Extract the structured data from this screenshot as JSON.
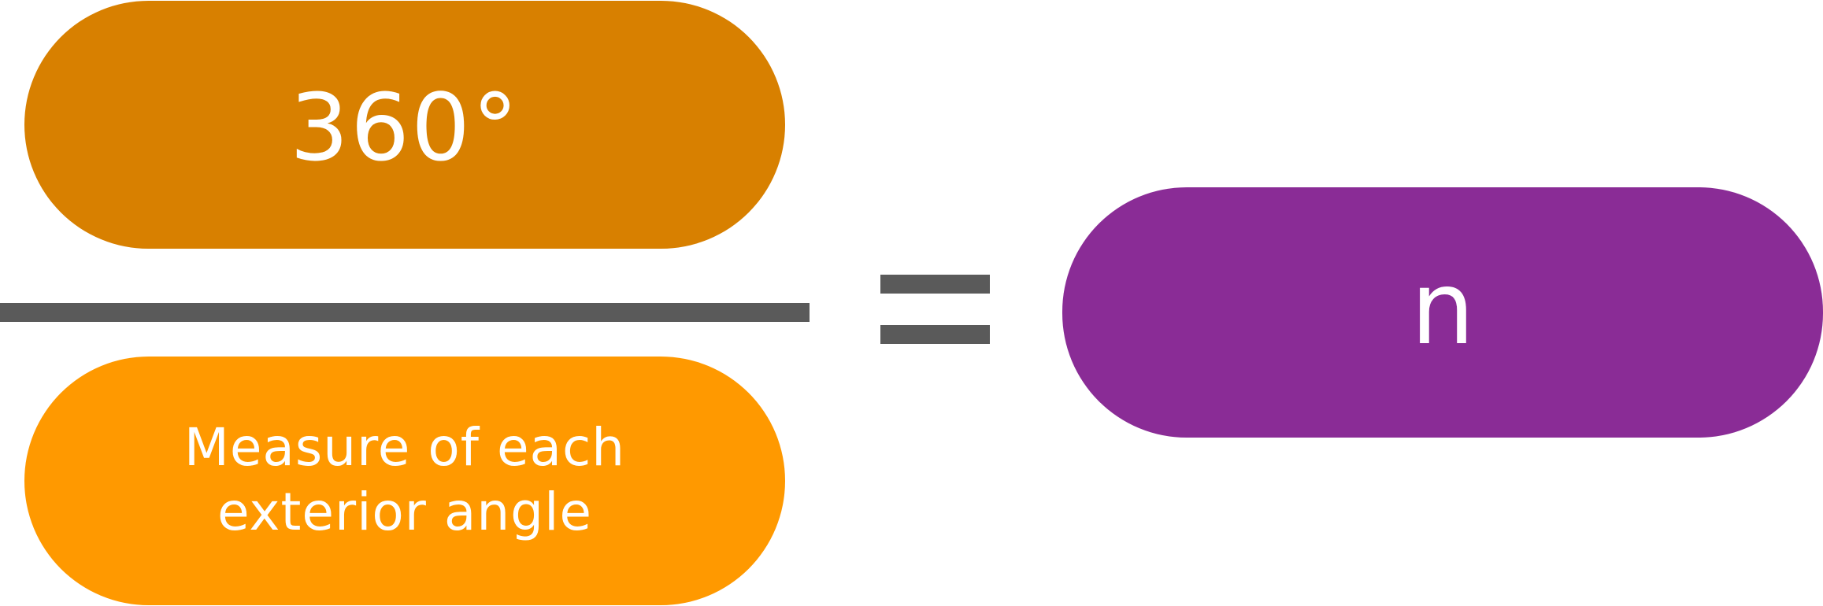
{
  "colors": {
    "numerator_fill": "#d88000",
    "denominator_fill": "#ff9900",
    "result_fill": "#8a2c96",
    "bar_color": "#5a5a5a",
    "text_color": "#ffffff"
  },
  "equation": {
    "numerator": "360°",
    "denominator_line1": "Measure of each",
    "denominator_line2": "exterior angle",
    "result": "n"
  }
}
